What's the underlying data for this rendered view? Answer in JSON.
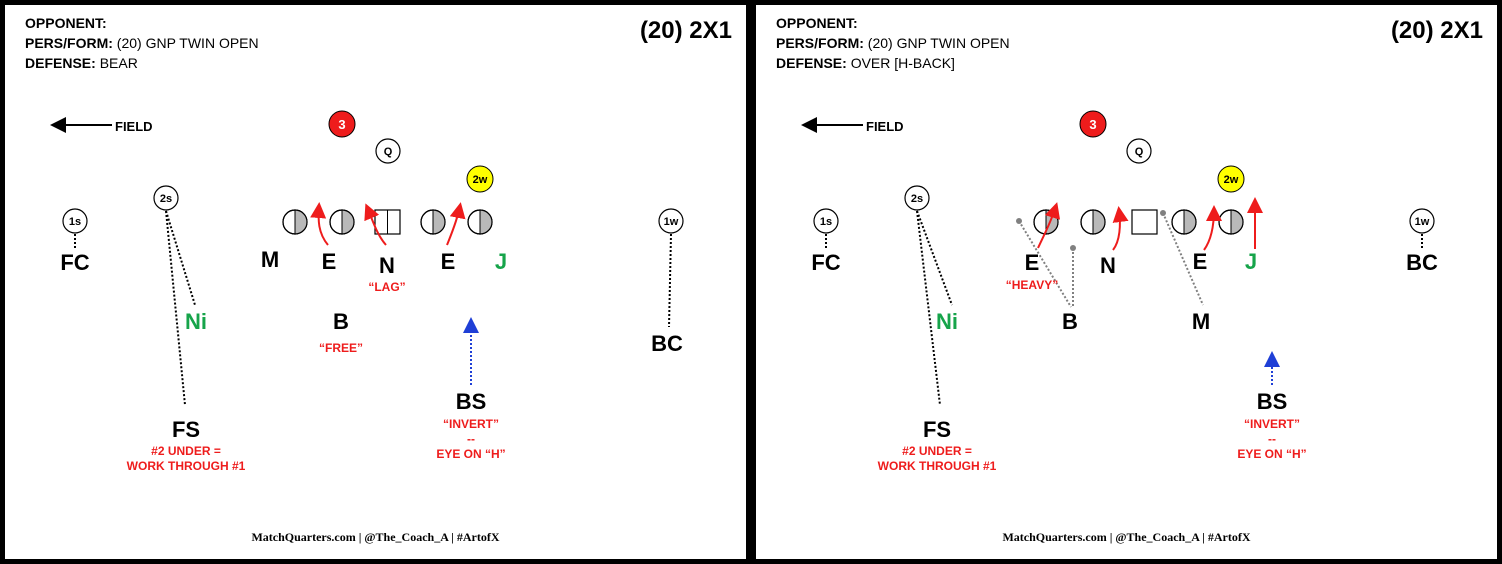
{
  "panels": [
    {
      "opponent_label": "OPPONENT:",
      "pers_label": "PERS/FORM:",
      "pers_value": "(20) GNP TWIN OPEN",
      "defense_label": "DEFENSE:",
      "defense_value": "BEAR",
      "big_title": "(20) 2X1",
      "field_label": "FIELD",
      "circles": {
        "three": "3",
        "q": "Q",
        "two_w": "2w",
        "two_s": "2s",
        "one_s": "1s",
        "one_w": "1w"
      },
      "defenders": {
        "fc": "FC",
        "m": "M",
        "e1": "E",
        "n": "N",
        "e2": "E",
        "j": "J",
        "ni": "Ni",
        "b": "B",
        "bc": "BC",
        "fs": "FS",
        "bs": "BS"
      },
      "notes": {
        "lag": "“LAG”",
        "free": "“FREE”",
        "fs_line1": "#2 UNDER =",
        "fs_line2": "WORK THROUGH #1",
        "bs_line1": "“INVERT”",
        "bs_line2": "--",
        "bs_line3": "EYE ON “H”"
      },
      "footer": "MatchQuarters.com | @The_Coach_A | #ArtofX"
    },
    {
      "opponent_label": "OPPONENT:",
      "pers_label": "PERS/FORM:",
      "pers_value": "(20) GNP TWIN OPEN",
      "defense_label": "DEFENSE:",
      "defense_value": "OVER [H-BACK]",
      "big_title": "(20) 2X1",
      "field_label": "FIELD",
      "circles": {
        "three": "3",
        "q": "Q",
        "two_w": "2w",
        "two_s": "2s",
        "one_s": "1s",
        "one_w": "1w"
      },
      "defenders": {
        "fc": "FC",
        "e1": "E",
        "n": "N",
        "e2": "E",
        "j": "J",
        "ni": "Ni",
        "b": "B",
        "m": "M",
        "bc": "BC",
        "fs": "FS",
        "bs": "BS"
      },
      "notes": {
        "heavy": "“HEAVY”",
        "fs_line1": "#2 UNDER =",
        "fs_line2": "WORK THROUGH #1",
        "bs_line1": "“INVERT”",
        "bs_line2": "--",
        "bs_line3": "EYE ON “H”"
      },
      "footer": "MatchQuarters.com | @The_Coach_A | #ArtofX"
    }
  ],
  "colors": {
    "red": "#ee1c1c",
    "green": "#16a44a",
    "yellow": "#ffff00",
    "blue": "#1f3fd6",
    "gray": "#808080"
  }
}
